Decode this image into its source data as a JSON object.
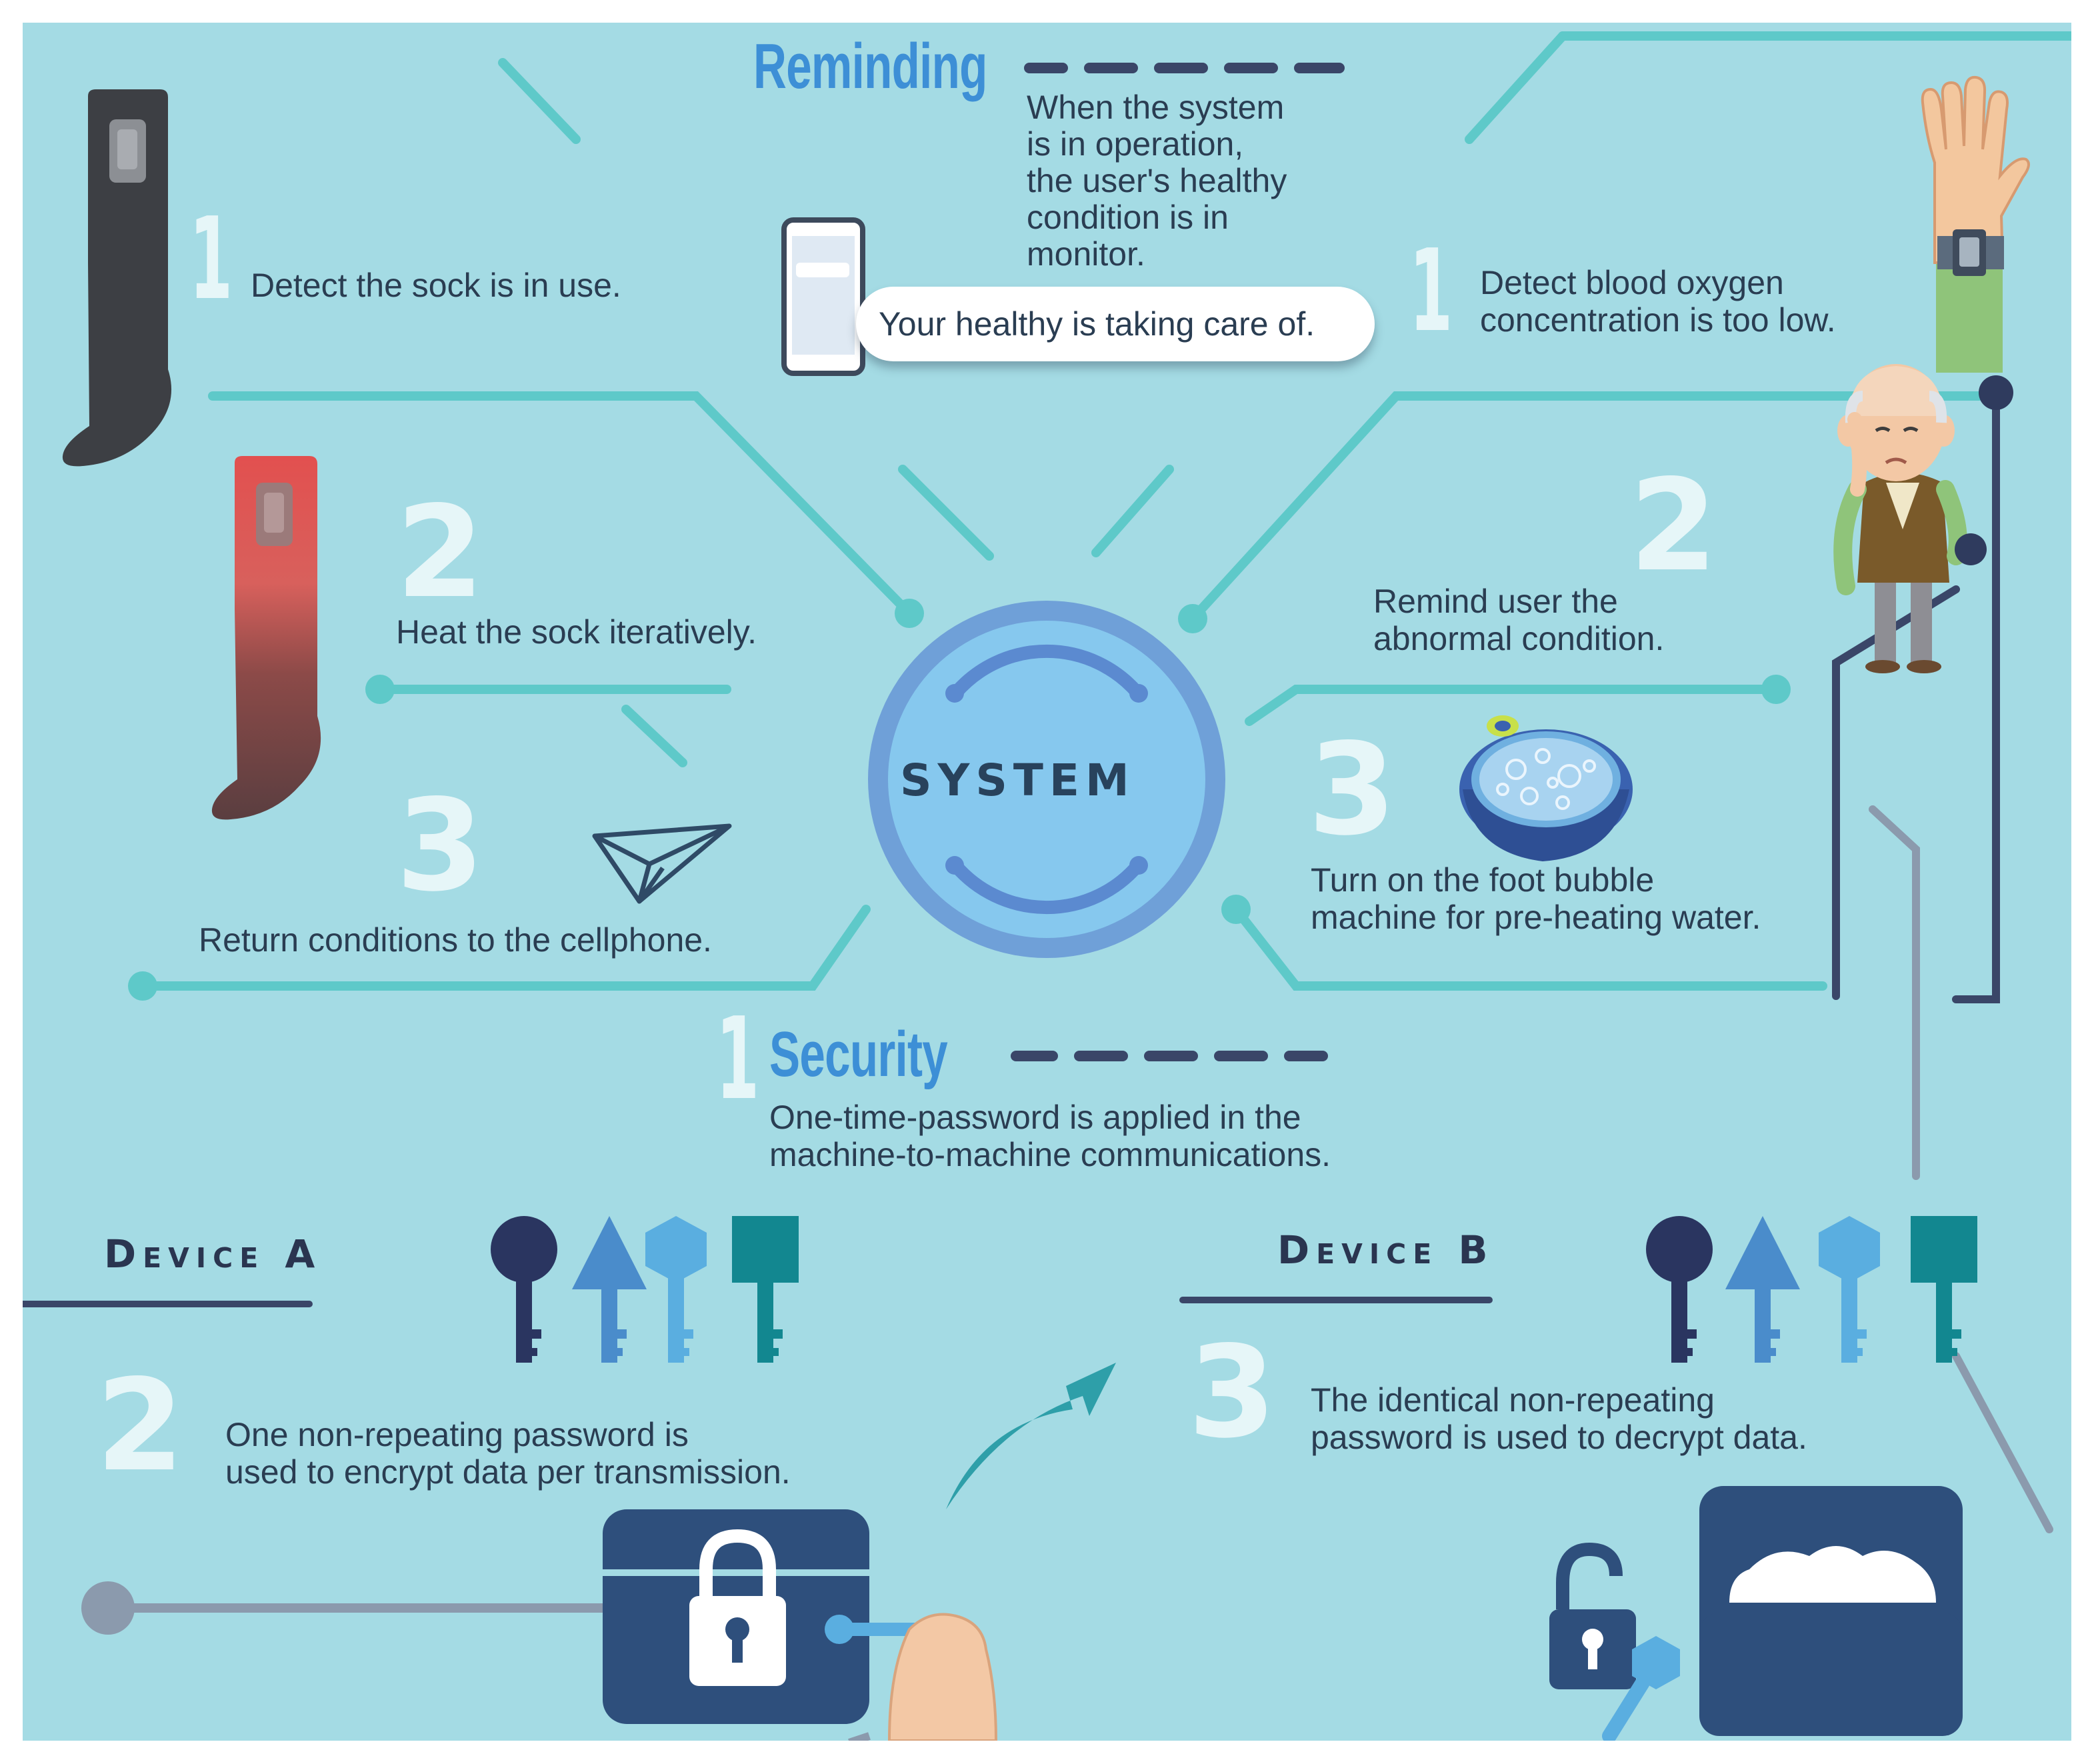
{
  "reminding": {
    "heading": "Reminding",
    "description": [
      "When the system",
      "is in operation,",
      "the user's healthy",
      "condition is in",
      "monitor."
    ],
    "bubble": "Your healthy is taking care of."
  },
  "system_label": "SYSTEM",
  "left_steps": [
    {
      "num": "1",
      "text": [
        "Detect the sock is in use."
      ]
    },
    {
      "num": "2",
      "text": [
        "Heat the sock iteratively."
      ]
    },
    {
      "num": "3",
      "text": [
        "Return conditions to the cellphone."
      ]
    }
  ],
  "right_steps": [
    {
      "num": "1",
      "text": [
        "Detect blood oxygen",
        "concentration is too low."
      ]
    },
    {
      "num": "2",
      "text": [
        "Remind user the",
        "abnormal condition."
      ]
    },
    {
      "num": "3",
      "text": [
        "Turn on the foot bubble",
        "machine for pre-heating water."
      ]
    }
  ],
  "security": {
    "num": "1",
    "heading": "Security",
    "description": [
      "One-time-password is applied in the",
      "machine-to-machine communications."
    ]
  },
  "device_a": {
    "label": "Device A",
    "step": {
      "num": "2",
      "text": [
        "One non-repeating password is",
        "used to encrypt data per transmission."
      ]
    }
  },
  "device_b": {
    "label": "Device B",
    "step": {
      "num": "3",
      "text": [
        "The identical non-repeating",
        "password is used to decrypt data."
      ]
    }
  },
  "colors": {
    "background": "#a4dbe4",
    "circuit": "#5ec9c9",
    "dark_wire": "#2f3b5e",
    "heading": "#3d8fd6",
    "text": "#2a3d52",
    "key_navy": "#2a3560",
    "key_blue": "#4a8ccb",
    "key_light": "#5aaee0",
    "key_teal": "#128790"
  }
}
